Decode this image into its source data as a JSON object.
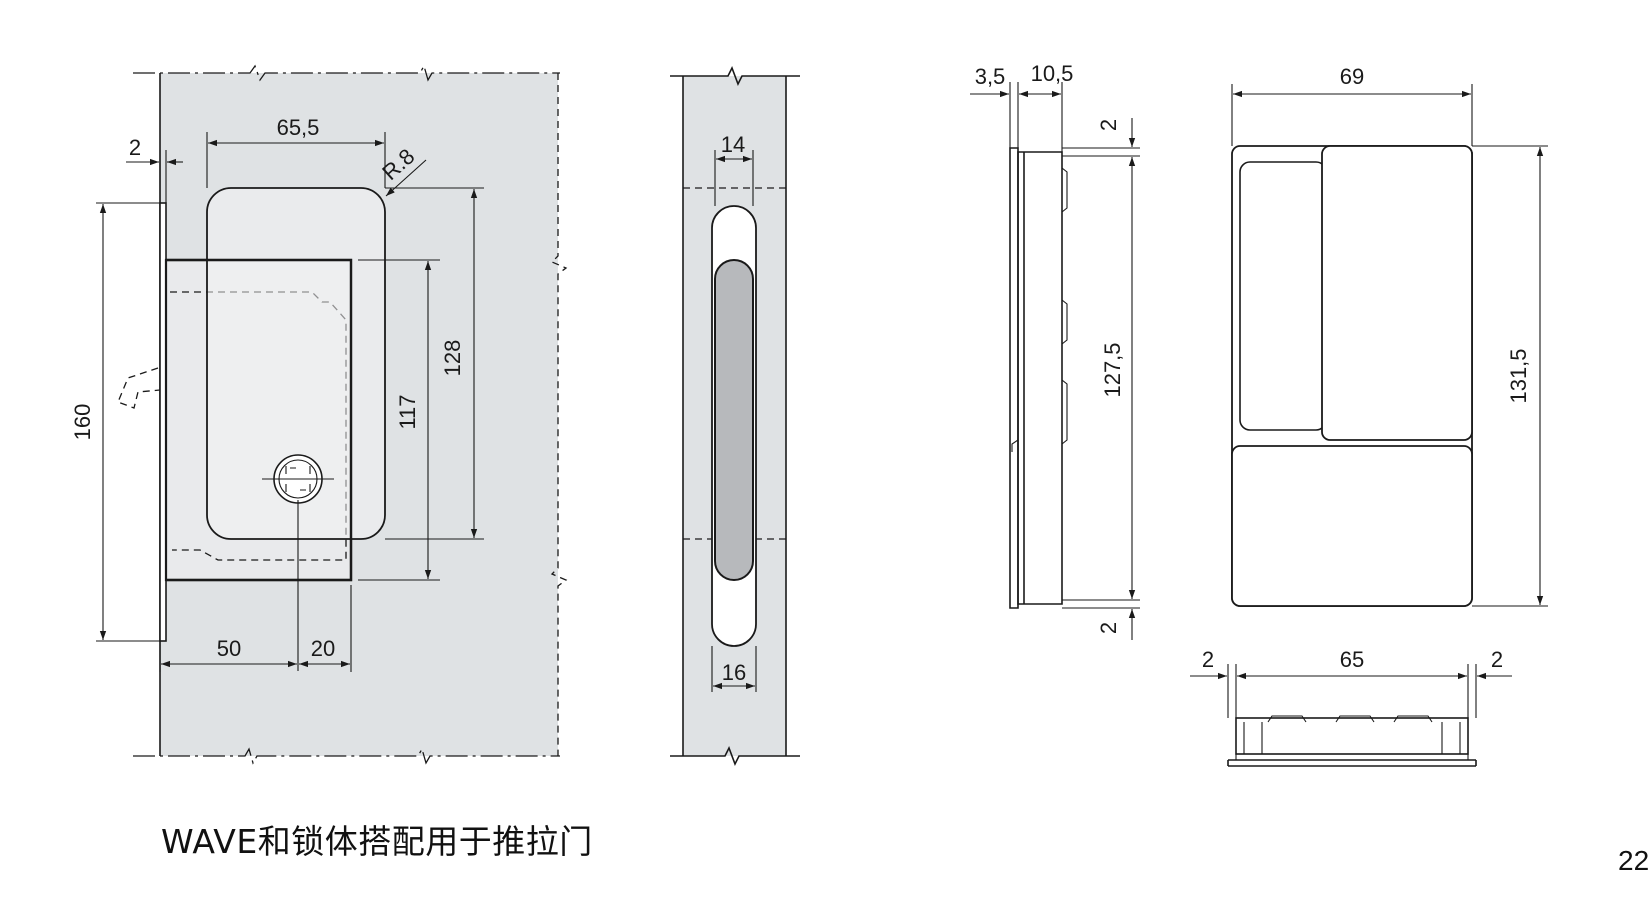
{
  "caption": "WAVE和锁体搭配用于推拉门",
  "page_number": "22",
  "colors": {
    "door_fill": "#dfe2e4",
    "grip_fill": "#b7b9bc",
    "line": "#1a1a1a",
    "background": "#ffffff"
  },
  "front_view": {
    "dim_width": "65,5",
    "dim_radius": "R.8",
    "dim_faceplate": "2",
    "dim_height_160": "160",
    "dim_height_117": "117",
    "dim_height_128": "128",
    "dim_backset_50": "50",
    "dim_offset_20": "20"
  },
  "edge_view": {
    "dim_top": "14",
    "dim_bottom": "16"
  },
  "side_view": {
    "dim_3_5": "3,5",
    "dim_10_5": "10,5",
    "dim_top_2": "2",
    "dim_height": "127,5",
    "dim_bottom_2": "2"
  },
  "handle_front": {
    "dim_width": "69",
    "dim_height": "131,5"
  },
  "bottom_view": {
    "dim_left_2": "2",
    "dim_width": "65",
    "dim_right_2": "2"
  }
}
